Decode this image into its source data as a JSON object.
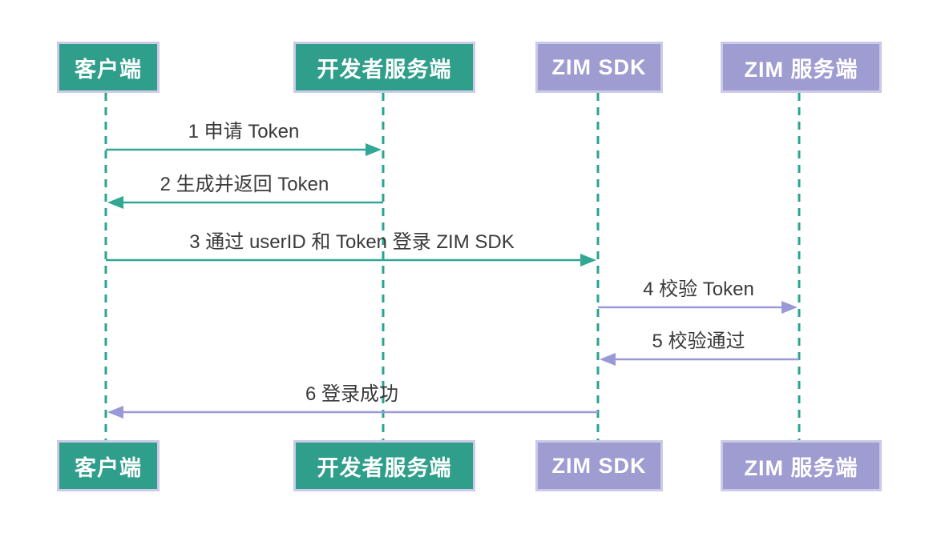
{
  "colors": {
    "teal_box": "#2F9E8A",
    "purple_box": "#9F9CD1",
    "box_border": "#CBCAE8",
    "teal_line": "#32A794",
    "purple_line": "#9B98D8",
    "lifeline": "#2BA390",
    "label_text": "#3A3A3A",
    "actor_text": "#FFFFFF",
    "background": "#FFFFFF"
  },
  "actors": [
    {
      "label": "客户端",
      "theme": "teal"
    },
    {
      "label": "开发者服务端",
      "theme": "teal"
    },
    {
      "label": "ZIM SDK",
      "theme": "purple"
    },
    {
      "label": "ZIM 服务端",
      "theme": "purple"
    }
  ],
  "messages": [
    {
      "label": "1 申请 Token",
      "from": "客户端",
      "to": "开发者服务端",
      "theme": "teal"
    },
    {
      "label": "2 生成并返回 Token",
      "from": "开发者服务端",
      "to": "客户端",
      "theme": "teal"
    },
    {
      "label": "3 通过 userID 和 Token 登录 ZIM SDK",
      "from": "客户端",
      "to": "ZIM SDK",
      "theme": "teal"
    },
    {
      "label": "4 校验 Token",
      "from": "ZIM SDK",
      "to": "ZIM 服务端",
      "theme": "purple"
    },
    {
      "label": "5 校验通过",
      "from": "ZIM 服务端",
      "to": "ZIM SDK",
      "theme": "purple"
    },
    {
      "label": "6 登录成功",
      "from": "ZIM SDK",
      "to": "客户端",
      "theme": "purple"
    }
  ]
}
